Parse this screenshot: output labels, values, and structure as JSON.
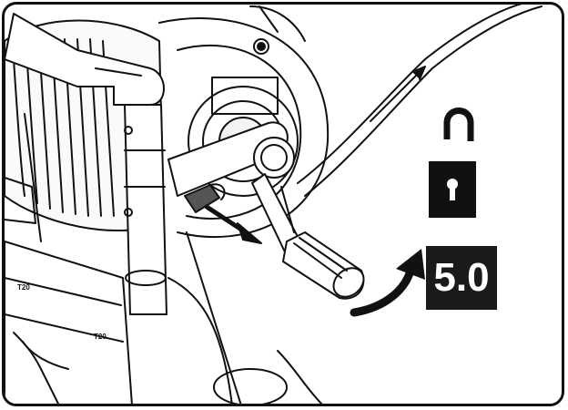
{
  "step_badge": {
    "label": "5.0"
  },
  "labels": {
    "t20_upper": "T20",
    "t20_lower": "T20"
  },
  "icons": {
    "unlock": "open-padlock-icon",
    "rotate": "curved-rotate-arrow-icon",
    "pull": "straight-pull-arrow-icon",
    "direction": "thin-direction-arrow-icon"
  },
  "colors": {
    "ink": "#111111",
    "badge_bg": "#1a1a1a",
    "badge_text": "#ffffff",
    "paper": "#ffffff"
  }
}
